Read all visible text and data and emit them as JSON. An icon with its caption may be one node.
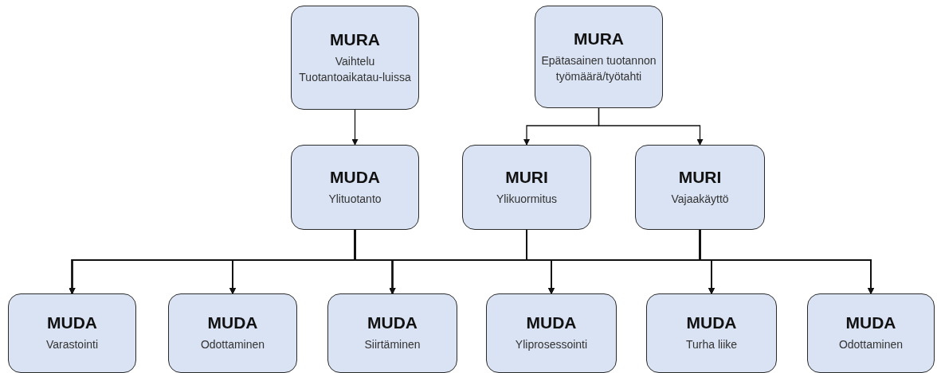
{
  "diagram": {
    "nodes": [
      {
        "text": [
          "MURA",
          "Vaihtelu Tuotantoaikatau-luissa"
        ]
      },
      {
        "text": [
          "MURA",
          "Epätasainen tuotannon työmäärä/työtahti"
        ]
      },
      {
        "text": [
          "MUDA",
          "Ylituotanto"
        ]
      },
      {
        "text": [
          "MURI",
          "Ylikuormitus"
        ]
      },
      {
        "text": [
          "MURI",
          "Vajaakäyttö"
        ]
      },
      {
        "text": [
          "MUDA",
          "Varastointi"
        ]
      },
      {
        "text": [
          "MUDA",
          "Odottaminen"
        ]
      },
      {
        "text": [
          "MUDA",
          "Siirtäminen"
        ]
      },
      {
        "text": [
          "MUDA",
          "Yliprosessointi"
        ]
      },
      {
        "text": [
          "MUDA",
          "Turha liike"
        ]
      },
      {
        "text": [
          "MUDA",
          "Odottaminen"
        ]
      }
    ],
    "edges": [
      {
        "from": 0,
        "to": 2,
        "arrow": "to"
      },
      {
        "from": 1,
        "to": 3,
        "arrow": "to"
      },
      {
        "from": 1,
        "to": 4,
        "arrow": "to"
      },
      {
        "from": 2,
        "to": 5,
        "arrow": "to"
      },
      {
        "from": 2,
        "to": 6,
        "arrow": "to"
      },
      {
        "from": 2,
        "to": 7,
        "arrow": "to"
      },
      {
        "from": 2,
        "to": 8,
        "arrow": "to"
      },
      {
        "from": 2,
        "to": 9,
        "arrow": "to"
      },
      {
        "from": 2,
        "to": 10,
        "arrow": "to"
      },
      {
        "from": 3,
        "to": 5,
        "arrow": "to"
      },
      {
        "from": 3,
        "to": 6,
        "arrow": "to"
      },
      {
        "from": 3,
        "to": 7,
        "arrow": "to"
      },
      {
        "from": 3,
        "to": 8,
        "arrow": "to"
      },
      {
        "from": 3,
        "to": 9,
        "arrow": "to"
      },
      {
        "from": 3,
        "to": 10,
        "arrow": "to"
      },
      {
        "from": 4,
        "to": 5,
        "arrow": "to"
      },
      {
        "from": 4,
        "to": 6,
        "arrow": "to"
      },
      {
        "from": 4,
        "to": 7,
        "arrow": "to"
      },
      {
        "from": 4,
        "to": 8,
        "arrow": "to"
      },
      {
        "from": 4,
        "to": 9,
        "arrow": "to"
      },
      {
        "from": 4,
        "to": 10,
        "arrow": "to"
      }
    ]
  }
}
